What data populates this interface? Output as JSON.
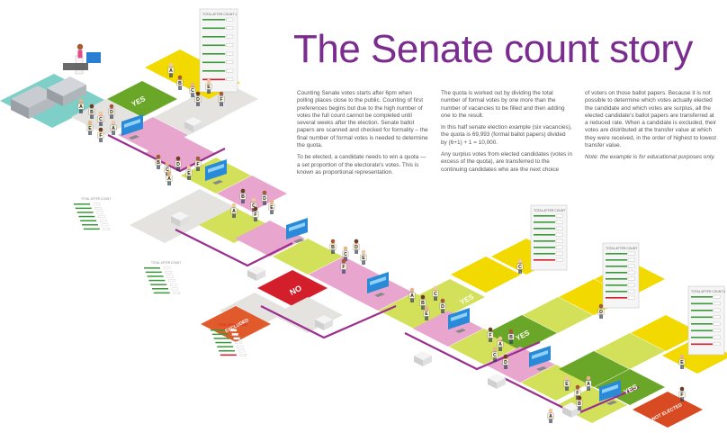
{
  "title": "The Senate count story",
  "columns": [
    {
      "paragraphs": [
        "Counting Senate votes starts after 6pm when polling places close to the public. Counting of first preferences begins but due to the high number of votes the full count cannot be completed until several weeks after the election. Senate ballot papers are scanned and checked for formality – the final number of formal votes is needed to determine the quota.",
        "To be elected, a candidate needs to win a quota — a set proportion of the electorate's votes. This is known as proportional representation."
      ]
    },
    {
      "paragraphs": [
        "The quota is worked out by dividing the total number of formal votes by one more than the number of vacancies to be filled and then adding one to the result.",
        "In this half senate election example (six vacancies), the quota is 69,993 (formal ballot papers) divided by (6+1) + 1 = 10,000.",
        "Any surplus votes from elected candidates (votes in excess of the quota), are transferred to the continuing candidates who are the next choice"
      ]
    },
    {
      "paragraphs": [
        "of voters on those ballot papers. Because it is not possible to determine which votes actually elected the candidate and which votes are surplus, all the elected candidate's ballot papers are transferred at a reduced rate. When a candidate is excluded, their votes are distributed at the transfer value at which they were received, in the order of highest to lowest transfer value."
      ],
      "note": "Note: the example is for educational purposes only."
    }
  ],
  "diagram": {
    "stages": [
      "YES",
      "NO",
      "EXCLUDED",
      "YES",
      "YES",
      "YES",
      "NOT ELECTED"
    ],
    "board_title_first": "TOTAL AFTER COUNT 1",
    "board_title_generic": "TOTAL AFTER COUNT",
    "board_title_last": "TOTAL AFTER COUNT 5",
    "candidate_letters": [
      "A",
      "B",
      "C",
      "D",
      "E",
      "F"
    ],
    "colors": {
      "yes": "#6aa628",
      "no": "#d21f2b",
      "excluded": "#e05a2c",
      "not_elected": "#d84a22",
      "yellow": "#f2d900",
      "lime": "#d3e05a",
      "pink": "#e8a6cf",
      "grey": "#e5e3e0",
      "teal": "#7ecfc7",
      "title": "#7b2c8f"
    }
  }
}
